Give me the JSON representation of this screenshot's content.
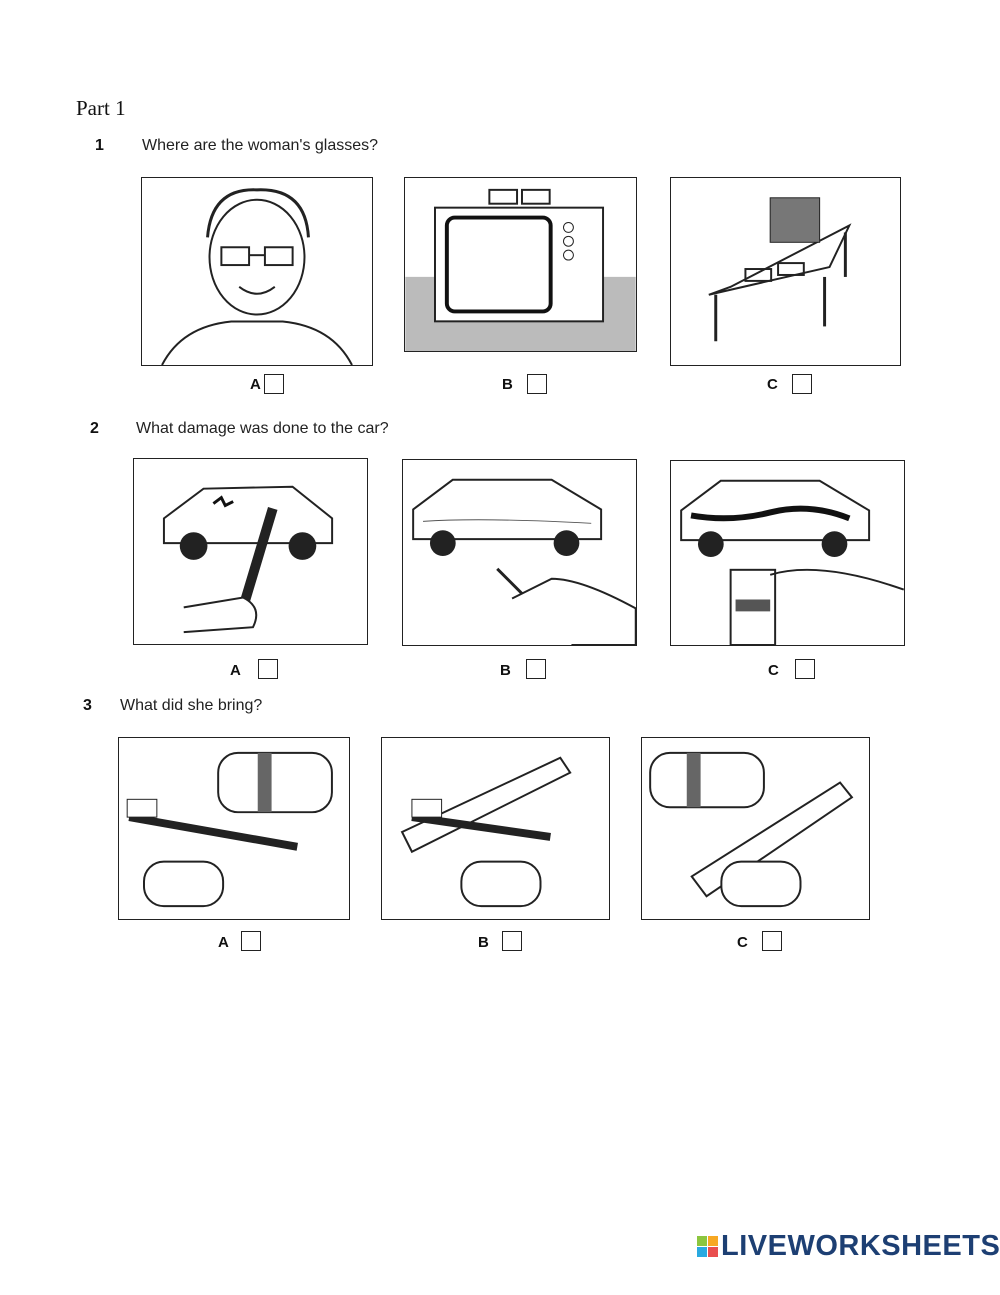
{
  "part_title": "Part 1",
  "questions": [
    {
      "number": "1",
      "text": "Where are the woman's glasses?",
      "options": [
        "A",
        "B",
        "C"
      ]
    },
    {
      "number": "2",
      "text": "What damage was done to the car?",
      "options": [
        "A",
        "B",
        "C"
      ]
    },
    {
      "number": "3",
      "text": "What did she bring?",
      "options": [
        "A",
        "B",
        "C"
      ]
    }
  ],
  "footer": {
    "brand": "LIVEWORKSHEETS",
    "brand_color": "#1d3f73"
  }
}
